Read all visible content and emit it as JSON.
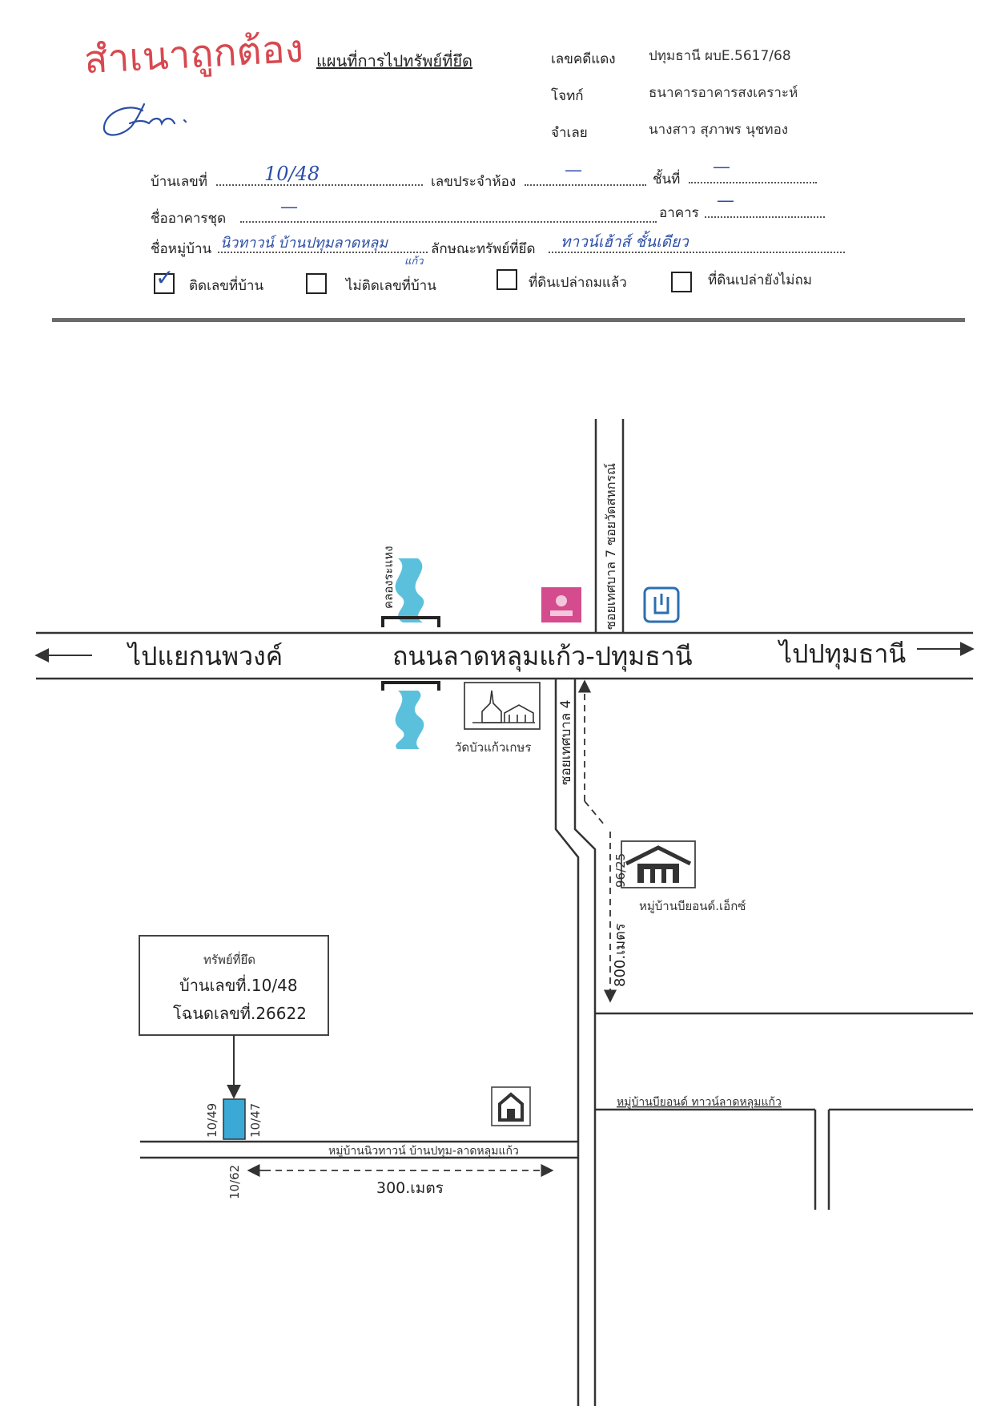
{
  "header": {
    "stamp": "สำเนาถูกต้อง",
    "title": "แผนที่การไปทรัพย์ที่ยึด",
    "case_label": "เลขคดีแดง",
    "case_value": "ปทุมธานี ผบE.5617/68",
    "plaintiff_label": "โจทก์",
    "plaintiff_value": "ธนาคารอาคารสงเคราะห์",
    "defendant_label": "จำเลย",
    "defendant_value": "นางสาว สุภาพร นุชทอง"
  },
  "form": {
    "house_no_label": "บ้านเลขที่",
    "house_no_value": "10/48",
    "room_no_label": "เลขประจำห้อง",
    "room_no_value": "—",
    "floor_label": "ชั้นที่",
    "floor_value": "—",
    "condo_label": "ชื่ออาคารชุด",
    "condo_value": "—",
    "building_label": "อาคาร",
    "building_value": "—",
    "village_label": "ชื่อหมู่บ้าน",
    "village_value": "นิวทาวน์ บ้านปทุมลาดหลุม",
    "village_insert": "แก้ว",
    "property_type_label": "ลักษณะทรัพย์ที่ยึด",
    "property_type_value": "ทาวน์เฮ้าส์ ชั้นเดียว",
    "checkboxes": [
      {
        "label": "ติดเลขที่บ้าน",
        "checked": true
      },
      {
        "label": "ไม่ติดเลขที่บ้าน",
        "checked": false
      },
      {
        "label": "ที่ดินเปล่าถมแล้ว",
        "checked": false
      },
      {
        "label": "ที่ดินเปล่ายังไม่ถม",
        "checked": false
      }
    ],
    "check_mark": "✓"
  },
  "map": {
    "main_road": "ถนนลาดหลุมแก้ว-ปทุมธานี",
    "to_left": "ไปแยกนพวงค์",
    "to_right": "ไปปทุมธานี",
    "canal": "คลองระแหง",
    "soi7": "ซอยเทศบาล 7 ซอยวัดสหกรณ์",
    "soi4": "ซอยเทศบาล 4",
    "temple": "วัดบัวแก้วเกษร",
    "village_beyond": "หมู่บ้านบียอนด์.เอ็กซ์",
    "house_9625": "96/25",
    "dist_800": "800.เมตร",
    "village_beyond_townlat": "หมู่บ้านบียอนด์ ทาวน์ลาดหลุมแก้ว",
    "village_newtown": "หมู่บ้านนิวทาวน์ บ้านปทุม-ลาดหลุมแก้ว",
    "dist_300": "300.เมตร",
    "property_box": {
      "title": "ทรัพย์ที่ยึด",
      "house": "บ้านเลขที่.10/48",
      "deed": "โฉนดเลขที่.26622"
    },
    "house_1049": "10/49",
    "house_1047": "10/47",
    "house_1062": "10/62"
  },
  "colors": {
    "stamp": "#d8484f",
    "handwriting": "#2b4ea6",
    "canal": "#5bc0dc",
    "property": "#3aa9d6",
    "store_logo": "#d44b8e",
    "road": "#333333"
  }
}
